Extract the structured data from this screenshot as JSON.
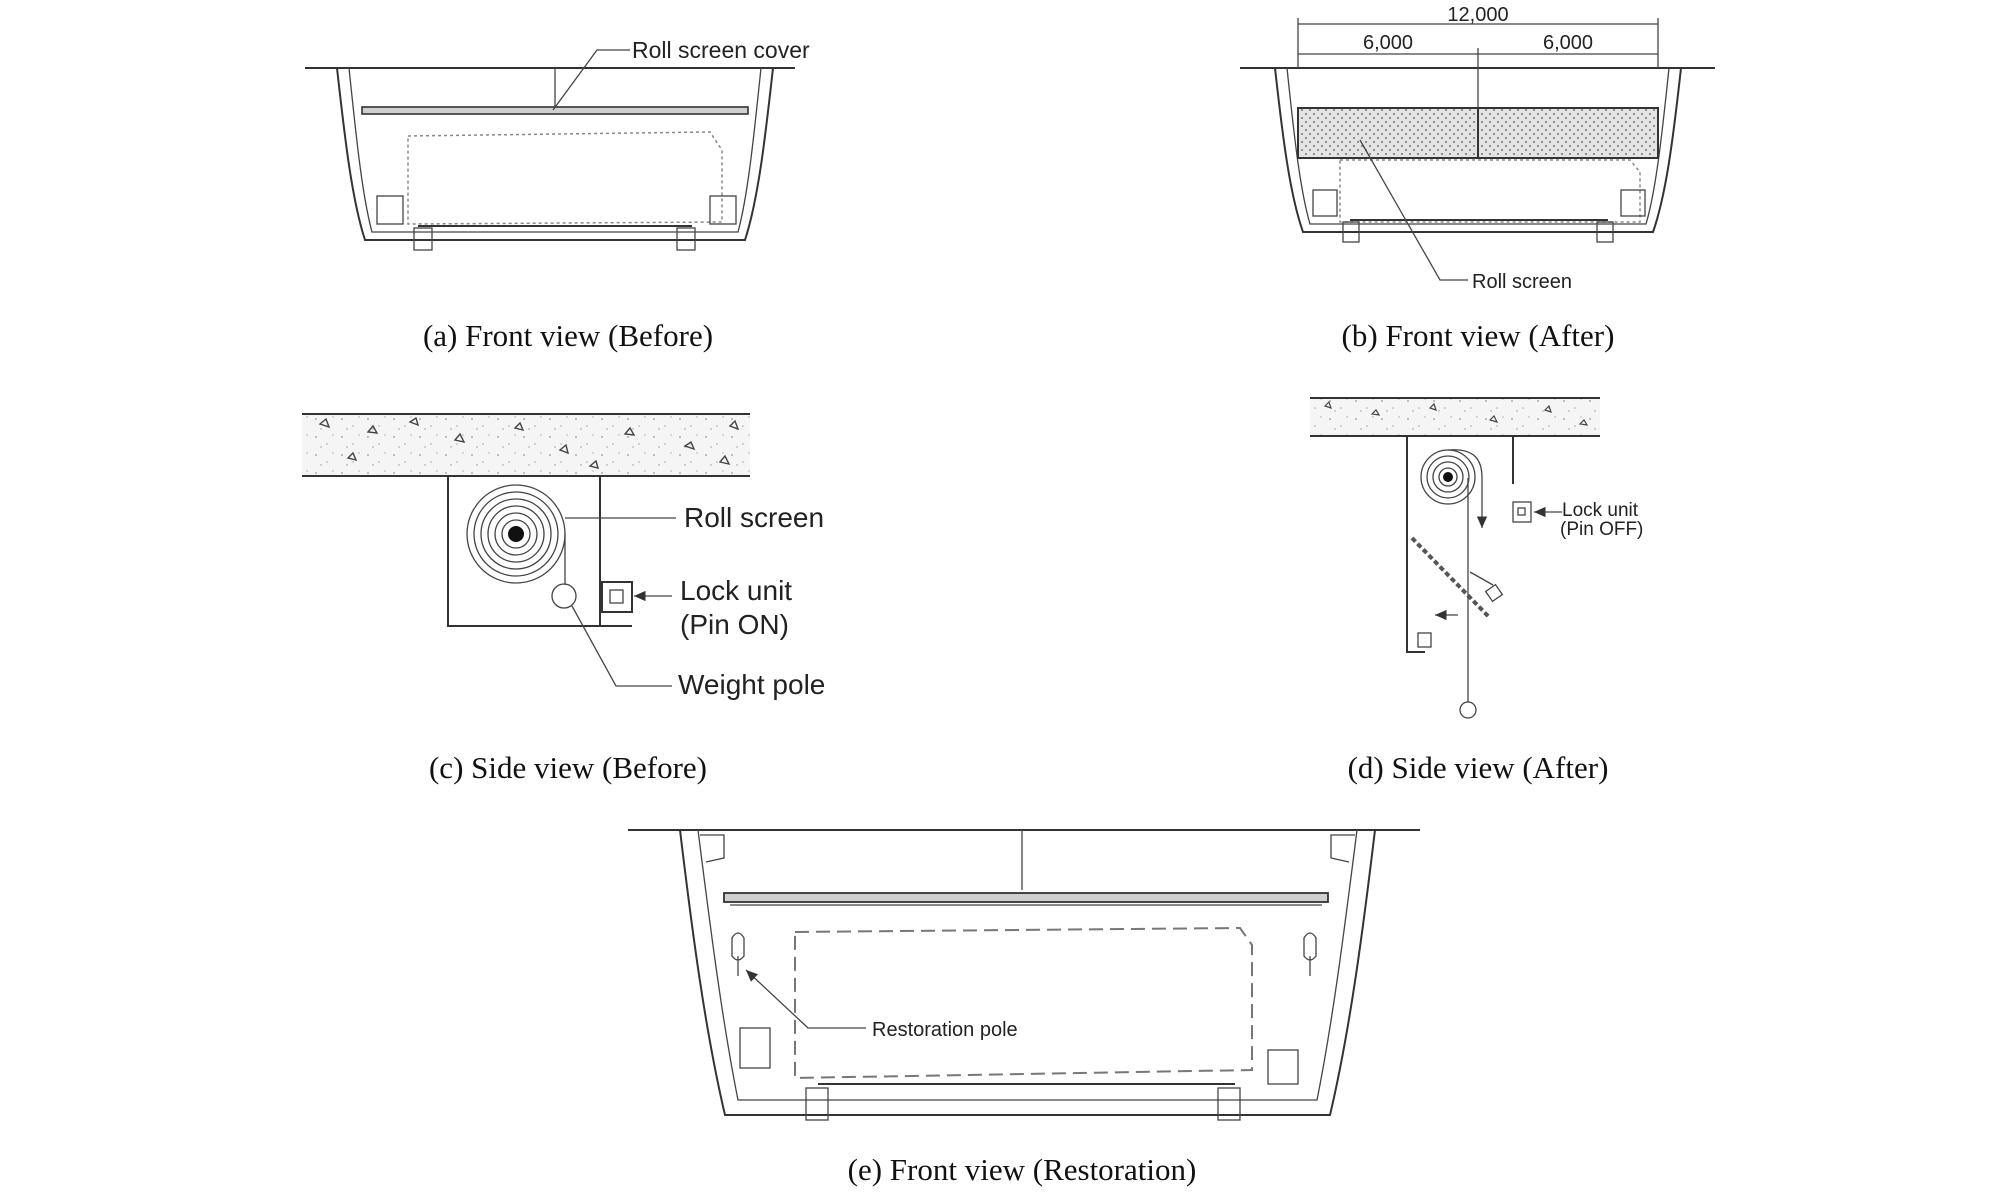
{
  "panels": {
    "a": {
      "caption": "(a) Front view (Before)",
      "labels": {
        "roll_screen_cover": "Roll screen cover"
      }
    },
    "b": {
      "caption": "(b) Front view (After)",
      "labels": {
        "total_width": "12,000",
        "half_left": "6,000",
        "half_right": "6,000",
        "roll_screen": "Roll screen"
      }
    },
    "c": {
      "caption": "(c) Side view (Before)",
      "labels": {
        "roll_screen": "Roll screen",
        "lock_unit": "Lock unit",
        "pin_state": "(Pin ON)",
        "weight_pole": "Weight pole"
      }
    },
    "d": {
      "caption": "(d) Side view (After)",
      "labels": {
        "lock_unit": "Lock unit",
        "pin_state": "(Pin OFF)"
      }
    },
    "e": {
      "caption": "(e) Front view (Restoration)",
      "labels": {
        "restoration_pole": "Restoration pole"
      }
    }
  },
  "colors": {
    "line": "#333333",
    "screen_fill": "#d9d9d9",
    "concrete_fill": "#f3f3f3"
  }
}
